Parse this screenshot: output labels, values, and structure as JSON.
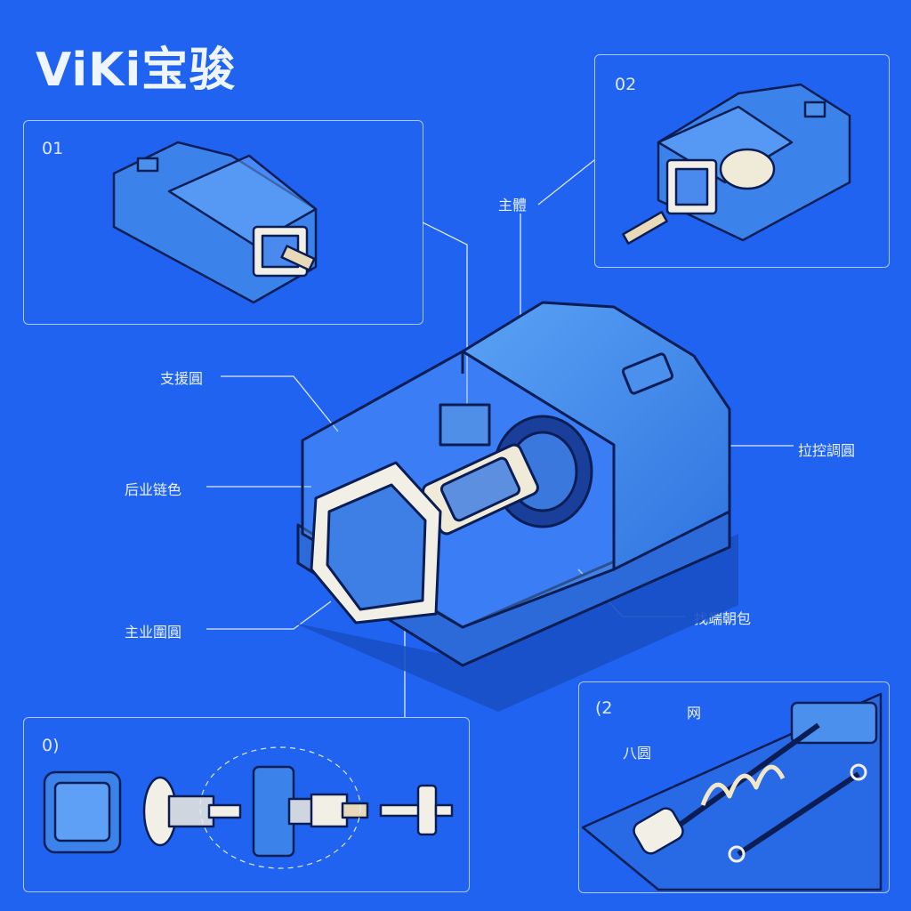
{
  "brand": {
    "logo_text": "ViKi宝骏"
  },
  "panels": [
    {
      "id": "top-left",
      "number": "01"
    },
    {
      "id": "top-right",
      "number": "02"
    },
    {
      "id": "bottom-left",
      "number": "0)"
    },
    {
      "id": "bottom-right",
      "number": "(2"
    }
  ],
  "callouts": {
    "top": "主體",
    "left_1": "支援圓",
    "left_2": "后业链色",
    "left_3": "主业圍圓",
    "right_1": "拉控調圓",
    "right_2": "找端朝包",
    "detail_1": "网",
    "detail_2": "八圆"
  },
  "colors": {
    "background": "#1f63f0",
    "line": "#0a1e55",
    "body_fill": "#3a86ec",
    "frame_fill": "#f2f0e6"
  }
}
